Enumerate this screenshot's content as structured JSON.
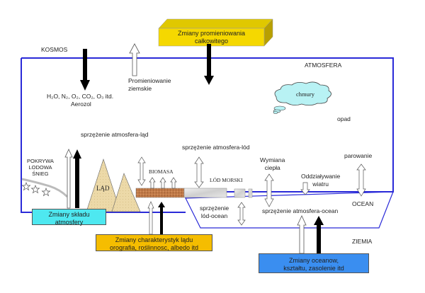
{
  "colors": {
    "frame": "#2a2ad8",
    "yellow_box": "#f5d000",
    "cyan_box": "#4ee8f0",
    "orange_box": "#f5bd00",
    "blue_box": "#3a8ef0",
    "cloud": "#b8f2f4",
    "land": "#ecd9a8",
    "biomass": "#b8764a",
    "sea_ice": "#d8d8d8"
  },
  "labels": {
    "kosmos": "KOSMOS",
    "atmosfera": "ATMOSFERA",
    "ocean": "OCEAN",
    "ziemia": "ZIEMIA",
    "gases": "H₂O, N₂, O₂, CO₂, O₃ itd.",
    "aerozol": "Aerozol",
    "promieniowanie_1": "Promieniowanie",
    "promieniowanie_2": "ziemskie",
    "chmury": "chmury",
    "opad": "opad",
    "sprz_atm_lad": "sprzężenie atmosfera-ląd",
    "sprz_atm_lod": "sprzężenie atmosfera-lód",
    "wymiana_1": "Wymiana",
    "wymiana_2": "ciepła",
    "parowanie": "parowanie",
    "oddz_1": "Oddziaływanie",
    "oddz_2": "wiatru",
    "pokrywa_1": "POKRYWA",
    "pokrywa_2": "LODOWA",
    "pokrywa_3": "ŚNIEG",
    "lad": "LĄD",
    "biomasa": "BIOMASA",
    "lod_morski": "LÓD MORSKI",
    "sprz_lod_ocean_1": "sprzężenie",
    "sprz_lod_ocean_2": "lód-ocean",
    "sprz_atm_ocean": "sprzężenie atmosfera-ocean"
  },
  "boxes": {
    "promieniowanie": {
      "line1": "Zmiany promieniowania",
      "line2": "całkowitego"
    },
    "sklad": {
      "line1": "Zmiany składu",
      "line2": "atmosfery"
    },
    "lad": {
      "line1": "Zmiany charakterystyk lądu",
      "line2": "orografia, roślinnosc, albedo itd"
    },
    "ocean": {
      "line1": "Zmiany oceanow,",
      "line2": "kształtu, zasolenie itd"
    }
  }
}
